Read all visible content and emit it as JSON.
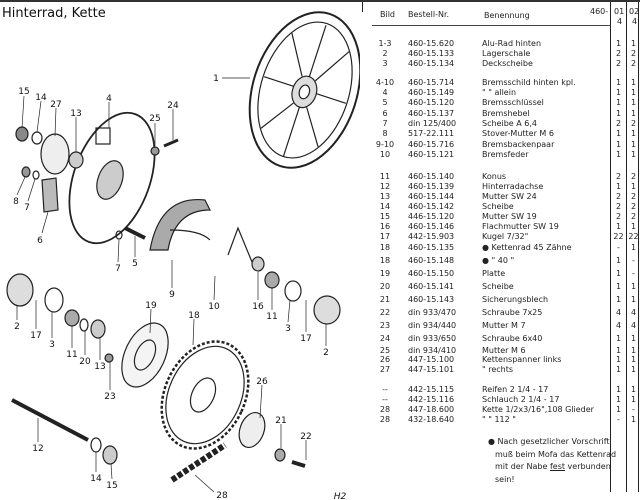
{
  "title": "Hinterrad, Kette",
  "page_code": "H2",
  "callouts": [
    "1",
    "15",
    "14",
    "27",
    "13",
    "4",
    "25",
    "24",
    "8",
    "7",
    "6",
    "7",
    "5",
    "9",
    "10",
    "16",
    "11",
    "3",
    "17",
    "2",
    "2",
    "17",
    "3",
    "11",
    "20",
    "13",
    "23",
    "19",
    "18",
    "26",
    "21",
    "22",
    "12",
    "14",
    "15",
    "28"
  ],
  "table": {
    "headers": {
      "bild": "Bild",
      "bestell": "Bestell-Nr.",
      "benennung": "Benennung",
      "prefix": "460-",
      "col1_top": "01",
      "col1_bottom": "4",
      "col2_top": "02",
      "col2_bottom": "4"
    },
    "rows": [
      {
        "bild": "1-3",
        "nr": "460-15.620",
        "name": "Alu-Rad hinten",
        "q1": "1",
        "q2": "1"
      },
      {
        "bild": "2",
        "nr": "460-15.133",
        "name": "Lagerschale",
        "q1": "2",
        "q2": "2"
      },
      {
        "bild": "3",
        "nr": "460-15.134",
        "name": "Deckscheibe",
        "q1": "2",
        "q2": "2"
      },
      {
        "bild": "4-10",
        "nr": "460-15.714",
        "name": "Bremsschild hinten kpl.",
        "q1": "1",
        "q2": "1"
      },
      {
        "bild": "4",
        "nr": "460-15.149",
        "name": "\"          \"   allein",
        "q1": "1",
        "q2": "1"
      },
      {
        "bild": "5",
        "nr": "460-15.120",
        "name": "Bremsschlüssel",
        "q1": "1",
        "q2": "1"
      },
      {
        "bild": "6",
        "nr": "460-15.137",
        "name": "Bremshebel",
        "q1": "1",
        "q2": "1"
      },
      {
        "bild": "7",
        "nr": "din 125/400",
        "name": "Scheibe A 6,4",
        "q1": "2",
        "q2": "2"
      },
      {
        "bild": "8",
        "nr": "517-22.111",
        "name": "Stover-Mutter M 6",
        "q1": "1",
        "q2": "1"
      },
      {
        "bild": "9-10",
        "nr": "460-15.716",
        "name": "Bremsbackenpaar",
        "q1": "1",
        "q2": "1"
      },
      {
        "bild": "10",
        "nr": "460-15.121",
        "name": "Bremsfeder",
        "q1": "1",
        "q2": "1"
      },
      {
        "bild": "11",
        "nr": "460-15.140",
        "name": "Konus",
        "q1": "2",
        "q2": "2"
      },
      {
        "bild": "12",
        "nr": "460-15.139",
        "name": "Hinterradachse",
        "q1": "1",
        "q2": "1"
      },
      {
        "bild": "13",
        "nr": "460-15.144",
        "name": "Mutter SW 24",
        "q1": "2",
        "q2": "2"
      },
      {
        "bild": "14",
        "nr": "460-15.142",
        "name": "Scheibe",
        "q1": "2",
        "q2": "2"
      },
      {
        "bild": "15",
        "nr": "446-15.120",
        "name": "Mutter SW 19",
        "q1": "2",
        "q2": "2"
      },
      {
        "bild": "16",
        "nr": "460-15.146",
        "name": "Flachmutter SW 19",
        "q1": "1",
        "q2": "1"
      },
      {
        "bild": "17",
        "nr": "442-15.903",
        "name": "Kugel 7/32\"",
        "q1": "22",
        "q2": "22"
      },
      {
        "bild": "18",
        "nr": "460-15.135",
        "name": "● Kettenrad 45 Zähne",
        "q1": "-",
        "q2": "1"
      },
      {
        "bild": "18",
        "nr": "460-15.148",
        "name": "● \"          40 \"",
        "q1": "1",
        "q2": "-"
      },
      {
        "bild": "19",
        "nr": "460-15.150",
        "name": "Platte",
        "q1": "1",
        "q2": "-"
      },
      {
        "bild": "20",
        "nr": "460-15.141",
        "name": "Scheibe",
        "q1": "1",
        "q2": "1"
      },
      {
        "bild": "21",
        "nr": "460-15.143",
        "name": "Sicherungsblech",
        "q1": "1",
        "q2": "1"
      },
      {
        "bild": "22",
        "nr": "din 933/470",
        "name": "Schraube 7x25",
        "q1": "4",
        "q2": "4"
      },
      {
        "bild": "23",
        "nr": "din 934/440",
        "name": "Mutter M 7",
        "q1": "4",
        "q2": "4"
      },
      {
        "bild": "24",
        "nr": "din 933/650",
        "name": "Schraube  6x40",
        "q1": "1",
        "q2": "1"
      },
      {
        "bild": "25",
        "nr": "din 934/410",
        "name": "Mutter M 6",
        "q1": "1",
        "q2": "1"
      },
      {
        "bild": "26",
        "nr": "447-15.100",
        "name": "Kettenspanner links",
        "q1": "1",
        "q2": "1"
      },
      {
        "bild": "27",
        "nr": "447-15.101",
        "name": "\"                    rechts",
        "q1": "1",
        "q2": "1"
      },
      {
        "bild": "--",
        "nr": "442-15.115",
        "name": "Reifen 2 1/4 - 17",
        "q1": "1",
        "q2": "1"
      },
      {
        "bild": "--",
        "nr": "442-15.116",
        "name": "Schlauch 2 1/4 - 17",
        "q1": "1",
        "q2": "1"
      },
      {
        "bild": "28",
        "nr": "447-18.600",
        "name": "Kette 1/2x3/16\",108 Glieder",
        "q1": "1",
        "q2": "-"
      },
      {
        "bild": "28",
        "nr": "432-18.640",
        "name": "\"       \"          112 \"",
        "q1": "-",
        "q2": "1"
      }
    ],
    "note": {
      "line1": "● Nach gesetzlicher Vorschrift",
      "line2": "muß beim Mofa das Kettenrad",
      "line3_pre": "mit der Nabe ",
      "line3_em": "fest",
      "line3_post": " verbunden",
      "line4": "sein!"
    }
  }
}
